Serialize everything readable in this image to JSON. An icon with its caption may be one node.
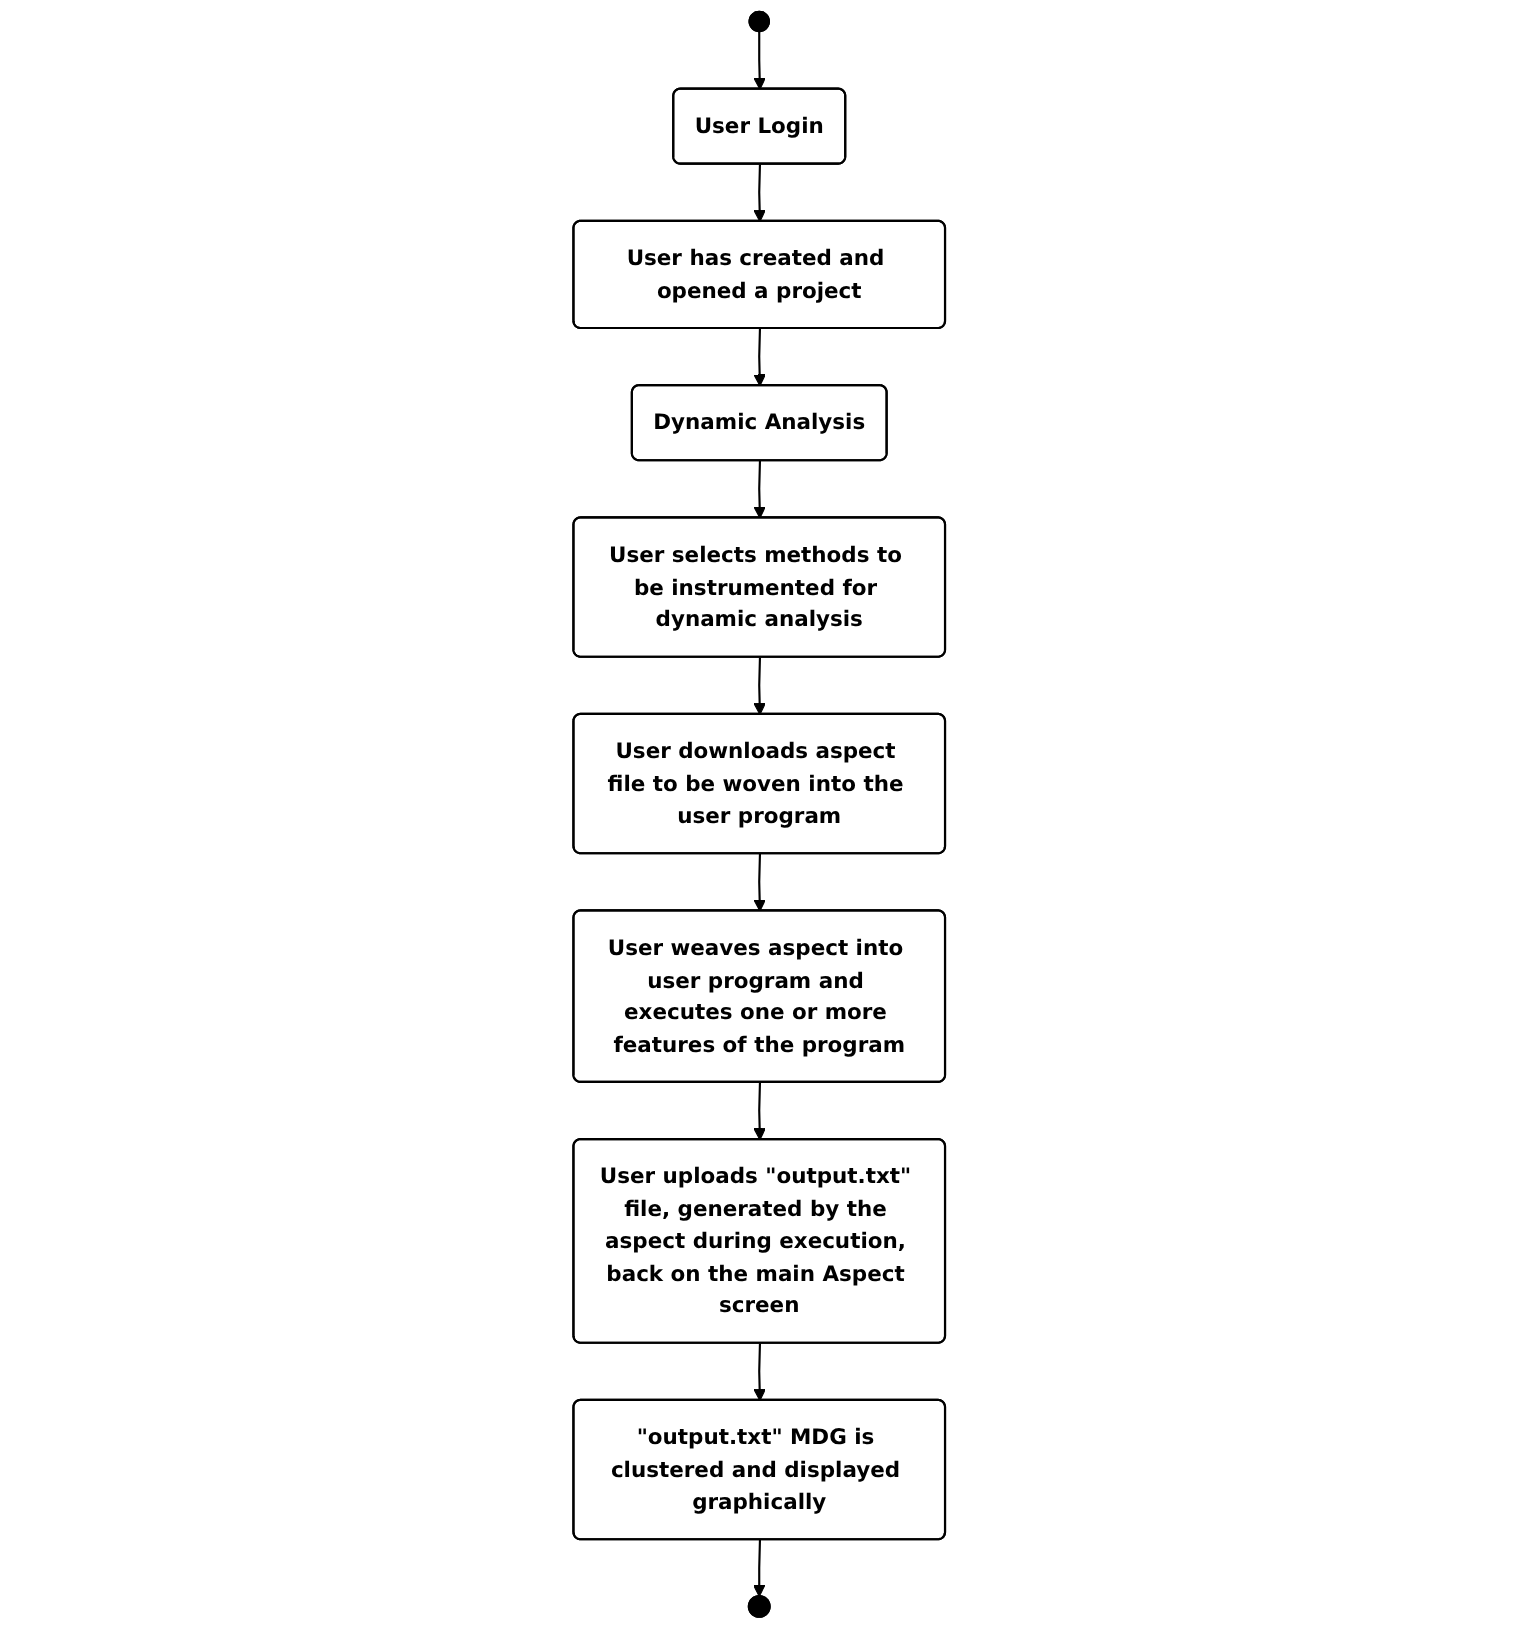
{
  "diagram": {
    "nodes": [
      {
        "text": [],
        "shape": "circle"
      },
      {
        "text": [
          "User Login"
        ]
      },
      {
        "text": [
          "User has created and opened a project"
        ]
      },
      {
        "text": [
          "Dynamic Analysis"
        ]
      },
      {
        "text": [
          "User selects methods to be instrumented for dynamic analysis"
        ]
      },
      {
        "text": [
          "User downloads aspect file to be woven into the user program"
        ]
      },
      {
        "text": [
          "User weaves aspect into user program and executes one or more features of the program"
        ]
      },
      {
        "text": [
          "User uploads \"output.txt\" file, generated by the aspect during execution, back on the main Aspect screen"
        ]
      },
      {
        "text": [
          "\"output.txt\" MDG is clustered and displayed graphically"
        ]
      },
      {
        "text": [],
        "shape": "circle"
      }
    ],
    "edges": [
      {
        "from": 0,
        "to": 1,
        "arrow": "to"
      },
      {
        "from": 1,
        "to": 2,
        "arrow": "to"
      },
      {
        "from": 2,
        "to": 3,
        "arrow": "to"
      },
      {
        "from": 3,
        "to": 4,
        "arrow": "to"
      },
      {
        "from": 4,
        "to": 5,
        "arrow": "to"
      },
      {
        "from": 5,
        "to": 6,
        "arrow": "to"
      },
      {
        "from": 6,
        "to": 7,
        "arrow": "to"
      },
      {
        "from": 7,
        "to": 8,
        "arrow": "to"
      },
      {
        "from": 8,
        "to": 9,
        "arrow": "to"
      }
    ]
  }
}
